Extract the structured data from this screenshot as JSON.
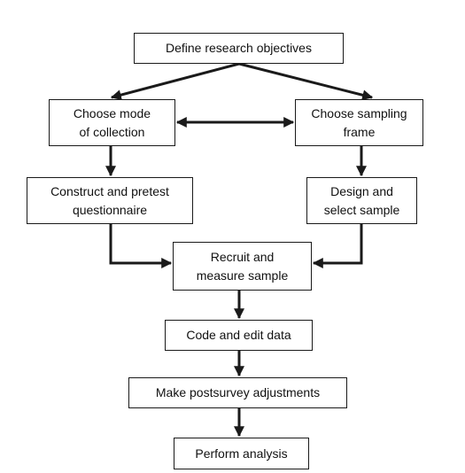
{
  "diagram": {
    "nodes": {
      "objectives": "Define research objectives",
      "mode": "Choose mode\nof collection",
      "frame": "Choose sampling\nframe",
      "construct": "Construct and pretest\nquestionnaire",
      "design": "Design and\nselect sample",
      "recruit": "Recruit and\nmeasure sample",
      "code": "Code and edit data",
      "adjust": "Make postsurvey adjustments",
      "analysis": "Perform analysis"
    },
    "edges": [
      {
        "from": "objectives",
        "to": "mode"
      },
      {
        "from": "objectives",
        "to": "frame"
      },
      {
        "from": "mode",
        "to": "frame",
        "bidirectional": true
      },
      {
        "from": "mode",
        "to": "construct"
      },
      {
        "from": "frame",
        "to": "design"
      },
      {
        "from": "construct",
        "to": "recruit"
      },
      {
        "from": "design",
        "to": "recruit"
      },
      {
        "from": "recruit",
        "to": "code"
      },
      {
        "from": "code",
        "to": "adjust"
      },
      {
        "from": "adjust",
        "to": "analysis"
      }
    ],
    "line_color": "#1a1a1a"
  }
}
